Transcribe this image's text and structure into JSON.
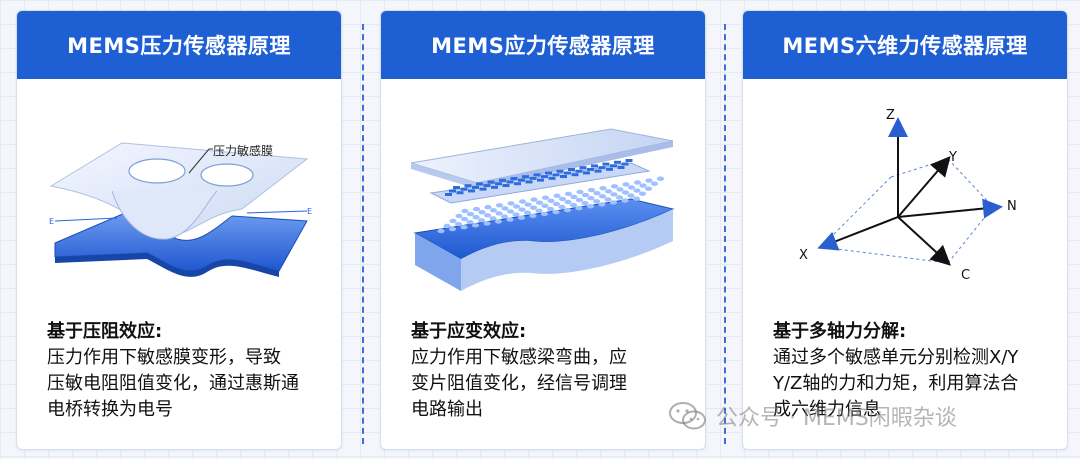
{
  "cards": [
    {
      "title": "MEMS压力传感器原理",
      "figure_label": "压力敏感膜",
      "figure_small_labels": [
        "E",
        "E"
      ],
      "desc_title": "基于压阻效应:",
      "desc_lines": [
        "压力作用下敏感膜变形，导致",
        "压敏电阻阻值变化，通过惠斯通",
        "电桥转换为电号"
      ]
    },
    {
      "title": "MEMS应力传感器原理",
      "desc_title": "基于应变效应:",
      "desc_lines": [
        "应力作用下敏感梁弯曲，应",
        "变片阻值变化，经信号调理",
        "电路输出"
      ]
    },
    {
      "title": "MEMS六维力传感器原理",
      "axes": {
        "z": "Z",
        "y": "Y",
        "n": "N",
        "x": "X",
        "c": "C"
      },
      "desc_title": "基于多轴力分解:",
      "desc_lines": [
        "通过多个敏感单元分别检测X/Y",
        "Y/Z轴的力和力矩，利用算法合",
        "成六维力信息"
      ]
    }
  ],
  "watermark": {
    "text": "公众号 · MEMS闲暇杂谈",
    "icon": "wechat-icon"
  },
  "colors": {
    "header": "#1f5fd4",
    "accent": "#2a66d8",
    "divider": "#3d6fd6"
  }
}
